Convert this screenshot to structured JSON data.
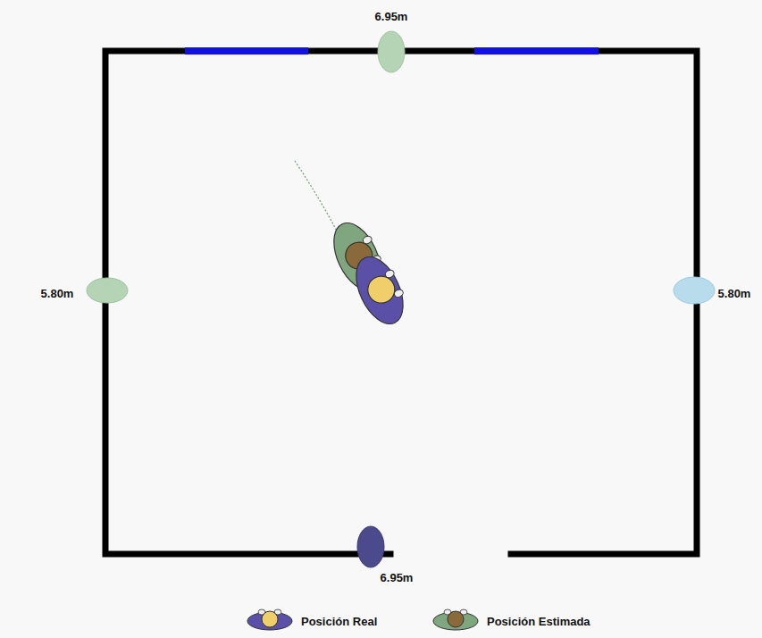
{
  "diagram": {
    "labels": [
      "6.95m",
      "5.80m",
      "5.80m",
      "6.95m"
    ],
    "legend": [
      {
        "text": "Posición Real"
      },
      {
        "text": "Posición Estimada"
      }
    ]
  }
}
